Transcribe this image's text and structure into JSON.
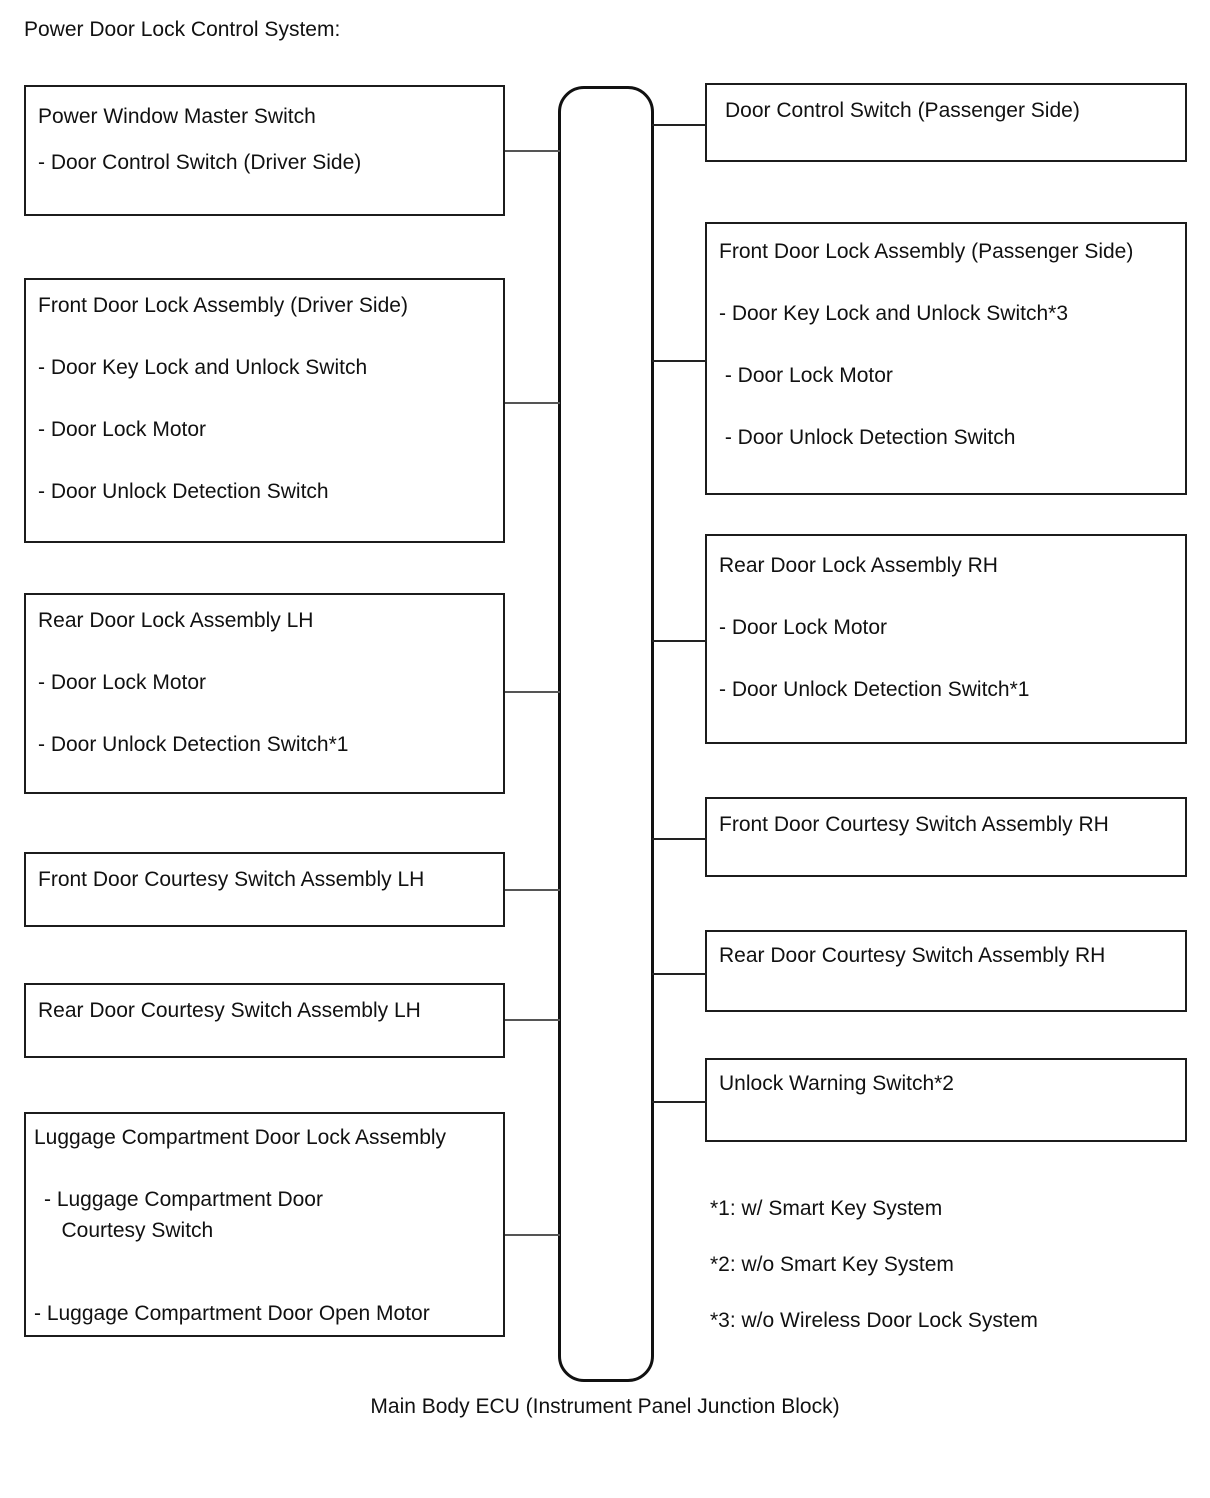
{
  "title": "Power Door Lock Control System:",
  "ecu": {
    "caption": "Main Body ECU (Instrument Panel Junction Block)"
  },
  "left_boxes": [
    {
      "title": "Power Window Master Switch",
      "items": [
        "- Door Control Switch (Driver Side)"
      ]
    },
    {
      "title": "Front Door Lock Assembly (Driver Side)",
      "items": [
        "- Door Key Lock and Unlock Switch",
        "- Door Lock Motor",
        "- Door Unlock Detection Switch"
      ]
    },
    {
      "title": "Rear Door Lock Assembly LH",
      "items": [
        "- Door Lock Motor",
        "- Door Unlock Detection Switch*1"
      ]
    },
    {
      "title": "Front Door Courtesy Switch Assembly LH",
      "items": []
    },
    {
      "title": "Rear Door Courtesy Switch Assembly LH",
      "items": []
    },
    {
      "title": "Luggage Compartment Door Lock Assembly",
      "items": [
        "- Luggage Compartment Door",
        "   Courtesy Switch",
        "- Luggage Compartment Door Open Motor"
      ]
    }
  ],
  "right_boxes": [
    {
      "title": "Door Control Switch (Passenger Side)",
      "items": []
    },
    {
      "title": "Front Door Lock Assembly (Passenger Side)",
      "items": [
        "- Door Key Lock and Unlock Switch*3",
        " - Door Lock Motor",
        " - Door Unlock Detection Switch"
      ]
    },
    {
      "title": "Rear Door Lock Assembly RH",
      "items": [
        "- Door Lock Motor",
        "- Door Unlock Detection Switch*1"
      ]
    },
    {
      "title": "Front Door Courtesy Switch Assembly RH",
      "items": []
    },
    {
      "title": "Rear Door Courtesy Switch Assembly RH",
      "items": []
    },
    {
      "title": "Unlock Warning Switch*2",
      "items": []
    }
  ],
  "footnotes": [
    "*1: w/ Smart Key System",
    "*2: w/o Smart Key System",
    "*3: w/o Wireless Door Lock System"
  ],
  "colors": {
    "box_border": "#1c1c1c",
    "connector": "#555555",
    "text": "#111111",
    "background": "#ffffff"
  }
}
